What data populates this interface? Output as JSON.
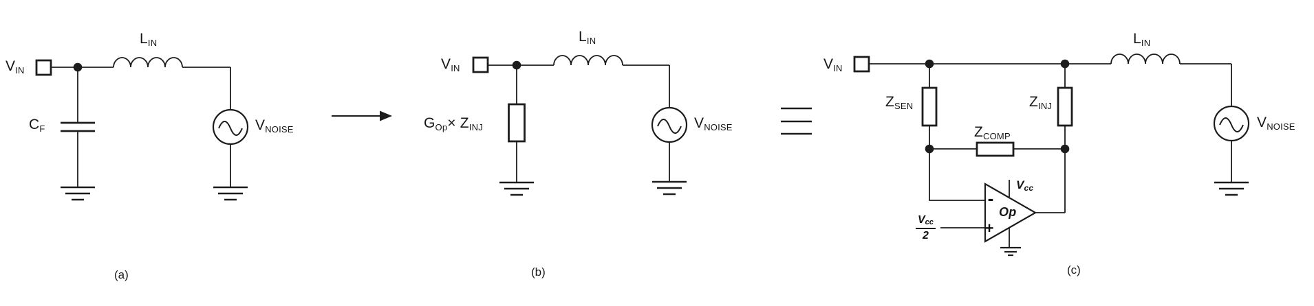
{
  "figure": {
    "background": "#ffffff",
    "line_color": "#1c1c1c"
  },
  "panel_a": {
    "caption": "(a)",
    "vin_label": {
      "base": "V",
      "sub": "IN"
    },
    "inductor_label": {
      "base": "L",
      "sub": "IN"
    },
    "capacitor_label": {
      "base": "C",
      "sub": "F"
    },
    "noise_label": {
      "base": "V",
      "sub": "NOISE"
    }
  },
  "panel_b": {
    "caption": "(b)",
    "vin_label": {
      "base": "V",
      "sub": "IN"
    },
    "injection_label": {
      "gain_base": "G",
      "gain_sub": "Op",
      "times": "×",
      "z_base": "Z",
      "z_sub": "INJ"
    },
    "inductor_label": {
      "base": "L",
      "sub": "IN"
    },
    "noise_label": {
      "base": "V",
      "sub": "NOISE"
    }
  },
  "panel_c": {
    "caption": "(c)",
    "vin_label": {
      "base": "V",
      "sub": "IN"
    },
    "zsen_label": {
      "base": "Z",
      "sub": "SEN"
    },
    "zinj_label": {
      "base": "Z",
      "sub": "INJ"
    },
    "zcomp_label": {
      "base": "Z",
      "sub": "COMP"
    },
    "opamp": {
      "name": "Op",
      "minus": "-",
      "plus": "+",
      "vcc_label": {
        "base": "V",
        "sub": "cc"
      },
      "vcc_half_label": {
        "num_base": "V",
        "num_sub": "cc",
        "den": "2"
      }
    },
    "inductor_label": {
      "base": "L",
      "sub": "IN"
    },
    "noise_label": {
      "base": "V",
      "sub": "NOISE"
    }
  }
}
